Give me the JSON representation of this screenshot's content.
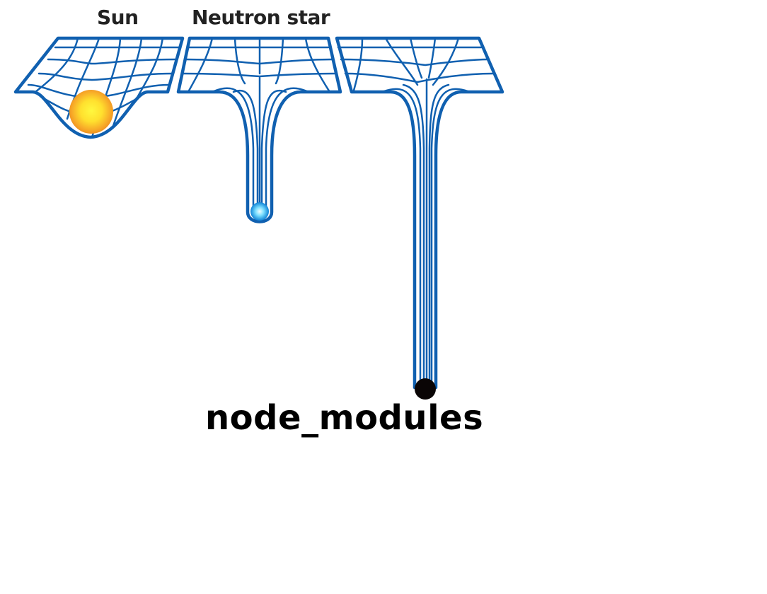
{
  "labels": {
    "sun": "Sun",
    "neutron_star": "Neutron star",
    "node_modules": "node_modules"
  },
  "colors": {
    "grid_stroke": "#1060b0",
    "sun_inner": "#fff23a",
    "sun_outer": "#f29a1f",
    "neutron_inner": "#e6fbff",
    "neutron_outer": "#1a8ad8",
    "black_hole": "#0a0505",
    "text": "#222222",
    "text_big": "#000000"
  },
  "icons": {
    "sun": "sun-sphere-icon",
    "neutron_star": "neutron-star-sphere-icon",
    "black_hole": "black-hole-dot-icon"
  }
}
